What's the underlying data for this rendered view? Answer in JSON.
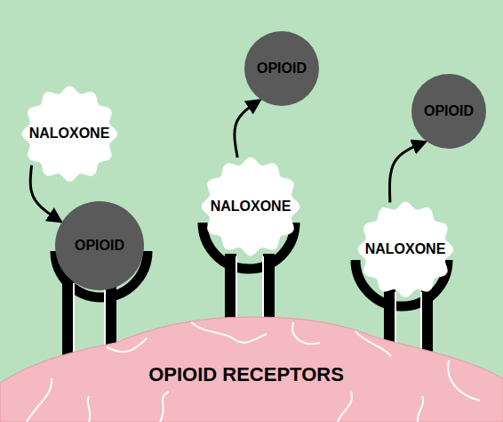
{
  "diagram": {
    "nodes": [
      {
        "text": [
          "NALOXONE"
        ]
      },
      {
        "text": [
          "OPIOID"
        ]
      },
      {
        "text": [
          "OPIOID"
        ]
      },
      {
        "text": [
          "NALOXONE"
        ]
      },
      {
        "text": [
          "OPIOID"
        ]
      },
      {
        "text": [
          "NALOXONE"
        ]
      }
    ],
    "edges": [
      {
        "from": 0,
        "to": 1,
        "arrow": "to"
      },
      {
        "from": 3,
        "to": 2,
        "arrow": "to"
      },
      {
        "from": 5,
        "to": 4,
        "arrow": "to"
      }
    ],
    "labels": [
      "OPIOID RECEPTORS"
    ]
  }
}
